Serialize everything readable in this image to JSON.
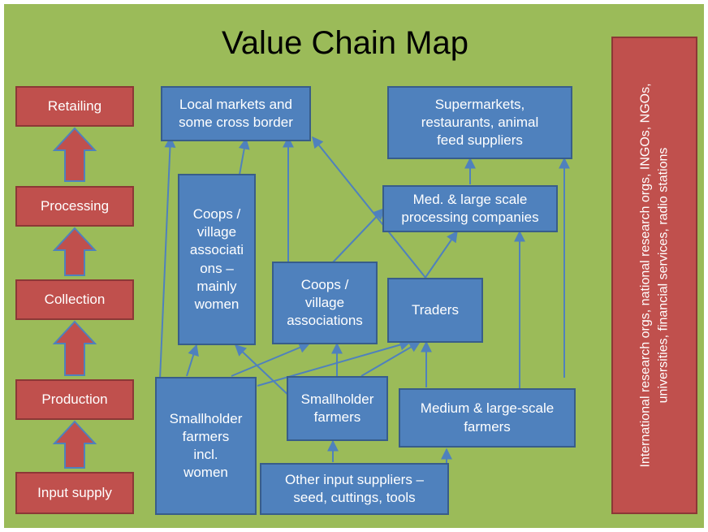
{
  "title": "Value Chain Map",
  "stages": [
    "Retailing",
    "Processing",
    "Collection",
    "Production",
    "Input supply"
  ],
  "nodes": {
    "local_markets": "Local markets and\nsome cross border",
    "supermarkets": "Supermarkets,\nrestaurants, animal\nfeed suppliers",
    "processing_companies": "Med. & large scale\nprocessing companies",
    "coops_women": "Coops /\nvillage\nassociati\nons –\nmainly\nwomen",
    "coops": "Coops /\nvillage\nassociations",
    "traders": "Traders",
    "smallholder_women": "Smallholder\nfarmers\nincl.\nwomen",
    "smallholder": "Smallholder\nfarmers",
    "medium_large": "Medium & large-scale\nfarmers",
    "input_suppliers": "Other input suppliers –\nseed, cuttings, tools"
  },
  "support_actors": "International research orgs, national research orgs, INGOs, NGOs, universities, financial services, radio stations",
  "colors": {
    "background": "#9bbb59",
    "node_fill": "#4f81bd",
    "node_border": "#385d8a",
    "stage_fill": "#c0504d",
    "connector": "#4f81bd"
  }
}
